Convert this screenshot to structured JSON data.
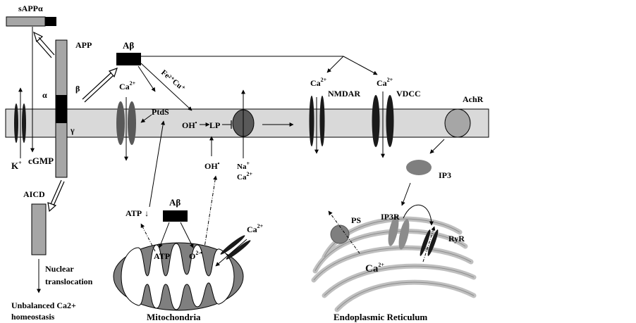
{
  "labels": {
    "sappa": "sAPPα",
    "app": "APP",
    "abeta": "Aβ",
    "abeta_mito": "Aβ",
    "alpha": "α",
    "beta": "β",
    "gamma": "γ",
    "potassium": "K",
    "potassium_sup": "+",
    "cgmp": "cGMP",
    "aicd": "AICD",
    "nuclear": "Nuclear",
    "translocation": "translocation",
    "unbalanced_line1": "Unbalanced Ca2+",
    "unbalanced_line2": "homeostasis",
    "ca_left": "Ca",
    "ca_left_sup": "2+",
    "ptds": "PtdS",
    "fe_cu": "Fe²⁺Cu⁺",
    "oh_radical": "OH",
    "radical_dot": "•",
    "lp": "LP",
    "oh_lower": "OH",
    "na": "Na",
    "na_sup": "+",
    "ca_channel": "Ca",
    "ca_channel_sup": "2+",
    "ca_nmdar": "Ca",
    "ca_nmdar_sup": "2+",
    "nmdar": "NMDAR",
    "ca_vdcc": "Ca",
    "ca_vdcc_sup": "2+",
    "vdcc": "VDCC",
    "achr": "AchR",
    "ip3": "IP3",
    "ip3r": "IP3R",
    "ps": "PS",
    "ryr": "RyR",
    "er_ca": "Ca",
    "er_ca_sup": "2+",
    "er": "Endoplasmic Reticulum",
    "atp_down": "ATP",
    "down_arrow": "↓",
    "atp_mito": "ATP",
    "o2": "O",
    "o2_sup": "2-•",
    "ca_mito": "Ca",
    "ca_mito_sup": "2+",
    "mitochondria": "Mitochondria"
  },
  "colors": {
    "membrane_fill": "#d9d9d9",
    "app_fill": "#a6a6a6",
    "channel_dark": "#1a1a1a",
    "channel_grey": "#595959",
    "mito_outer": "#7f7f7f",
    "er_stroke": "#c0c0c0"
  }
}
